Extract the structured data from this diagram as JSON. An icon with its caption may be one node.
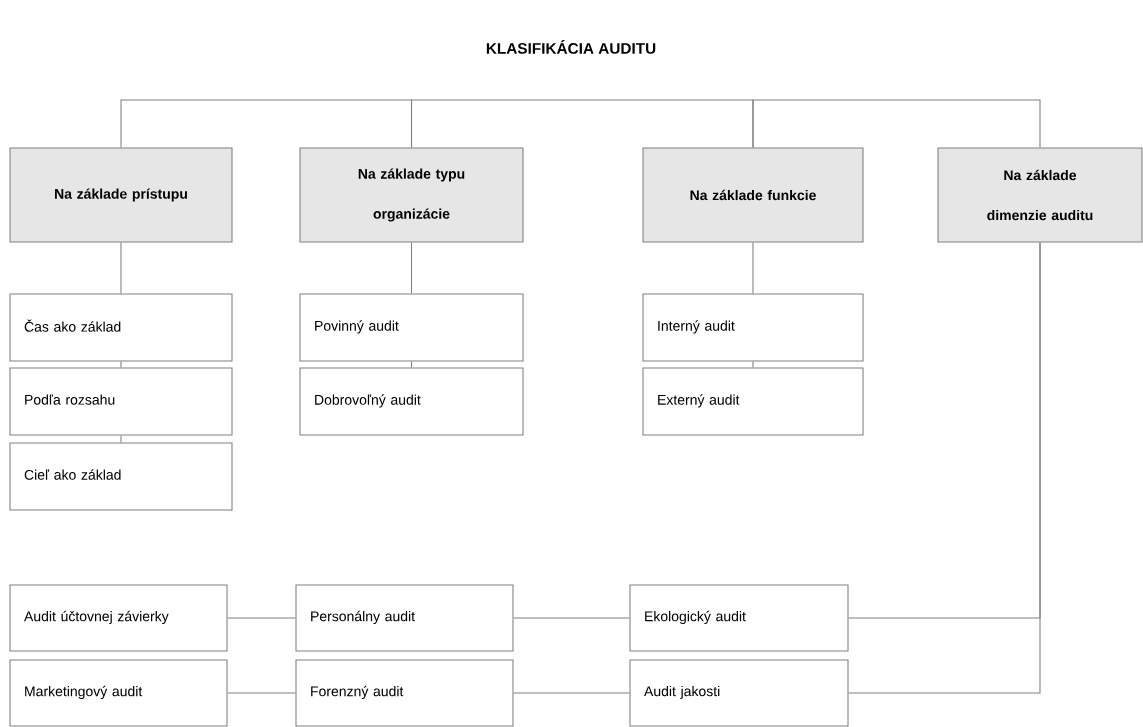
{
  "diagram": {
    "title": "KLASIFIKÁCIA AUDITU",
    "nodes": [
      {
        "text": [
          "Na základe prístupu"
        ]
      },
      {
        "text": [
          "Na základe typu organizácie"
        ]
      },
      {
        "text": [
          "Na základe funkcie"
        ]
      },
      {
        "text": [
          "Na základe dimenzie auditu"
        ]
      },
      {
        "text": [
          "Čas ako základ"
        ]
      },
      {
        "text": [
          "Podľa rozsahu"
        ]
      },
      {
        "text": [
          "Cieľ ako základ"
        ]
      },
      {
        "text": [
          "Povinný audit"
        ]
      },
      {
        "text": [
          "Dobrovoľný audit"
        ]
      },
      {
        "text": [
          "Interný audit"
        ]
      },
      {
        "text": [
          "Externý audit"
        ]
      },
      {
        "text": [
          "Audit účtovnej závierky"
        ]
      },
      {
        "text": [
          "Personálny audit"
        ]
      },
      {
        "text": [
          "Ekologický audit"
        ]
      },
      {
        "text": [
          "Marketingový audit"
        ]
      },
      {
        "text": [
          "Forenzný audit"
        ]
      },
      {
        "text": [
          "Audit jakosti"
        ]
      }
    ],
    "edges": [
      {
        "from": 0,
        "to": 1,
        "arrow": "none"
      },
      {
        "from": 1,
        "to": 2,
        "arrow": "none"
      },
      {
        "from": 2,
        "to": 3,
        "arrow": "none"
      },
      {
        "from": 0,
        "to": 4,
        "arrow": "none"
      },
      {
        "from": 4,
        "to": 5,
        "arrow": "none"
      },
      {
        "from": 5,
        "to": 6,
        "arrow": "none"
      },
      {
        "from": 1,
        "to": 7,
        "arrow": "none"
      },
      {
        "from": 7,
        "to": 8,
        "arrow": "none"
      },
      {
        "from": 2,
        "to": 9,
        "arrow": "none"
      },
      {
        "from": 9,
        "to": 10,
        "arrow": "none"
      },
      {
        "from": 3,
        "to": 13,
        "arrow": "none"
      },
      {
        "from": 13,
        "to": 12,
        "arrow": "none"
      },
      {
        "from": 12,
        "to": 11,
        "arrow": "none"
      },
      {
        "from": 3,
        "to": 16,
        "arrow": "none"
      },
      {
        "from": 16,
        "to": 15,
        "arrow": "none"
      },
      {
        "from": 15,
        "to": 14,
        "arrow": "none"
      }
    ]
  }
}
